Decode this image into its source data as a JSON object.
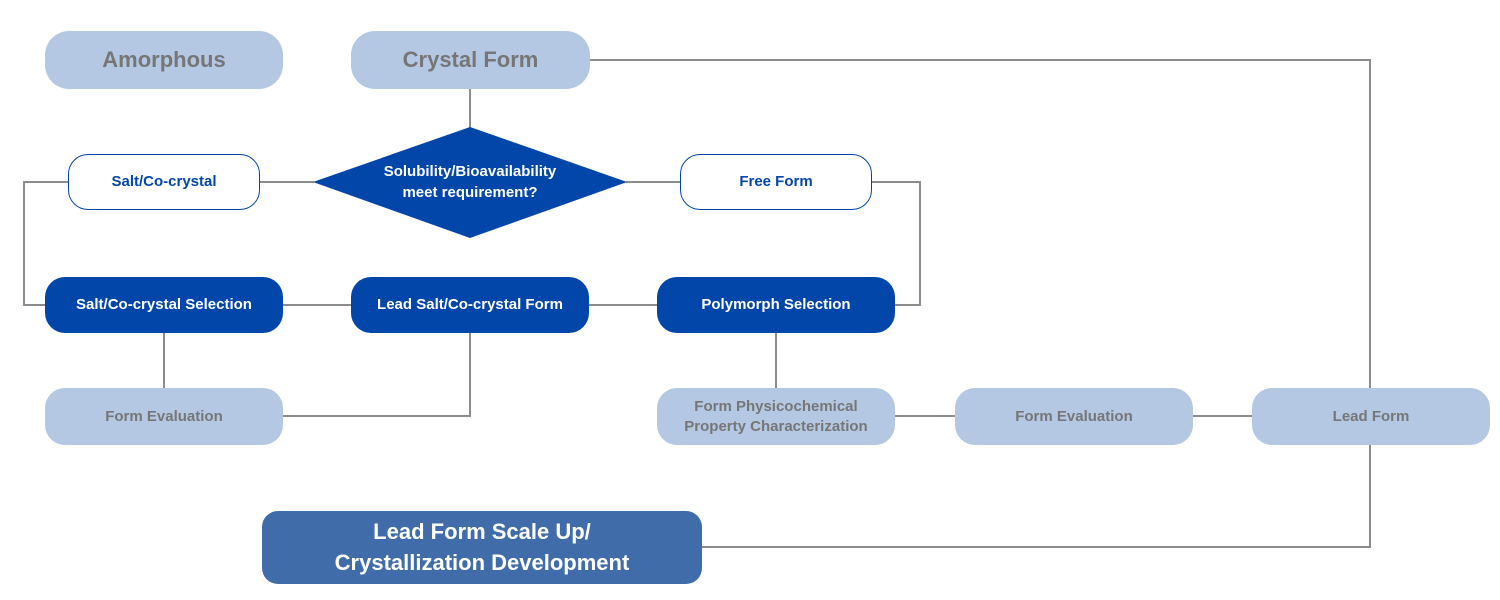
{
  "nodes": {
    "amorphous": "Amorphous",
    "crystal_form": "Crystal Form",
    "decision": "Solubility/Bioavailability\nmeet requirement?",
    "salt_cocrystal": "Salt/Co-crystal",
    "free_form": "Free Form",
    "salt_cocrystal_selection": "Salt/Co-crystal Selection",
    "lead_salt_cocrystal_form": "Lead Salt/Co-crystal Form",
    "polymorph_selection": "Polymorph Selection",
    "form_evaluation_left": "Form Evaluation",
    "physicochemical_characterization": "Form Physicochemical\nProperty Characterization",
    "form_evaluation_right": "Form Evaluation",
    "lead_form": "Lead Form",
    "scale_up": "Lead Form Scale Up/\nCrystallization Development"
  },
  "colors": {
    "dark_blue": "#0346aa",
    "light_blue": "#b4c8e4",
    "muted_blue": "#406ca9",
    "gray_text": "#767676",
    "connector": "#8c8c8c"
  }
}
